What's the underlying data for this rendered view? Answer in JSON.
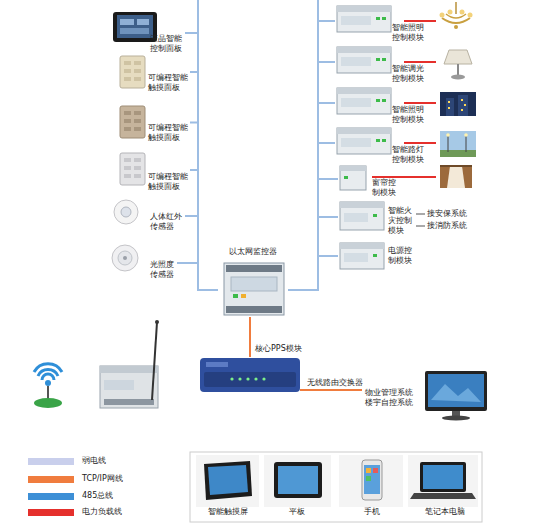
{
  "diagram": {
    "nodes": [
      {
        "text": [
          "液晶智能控制面板"
        ]
      },
      {
        "text": [
          "可编程智能触摸面板"
        ]
      },
      {
        "text": [
          "可编程智能触摸面板"
        ]
      },
      {
        "text": [
          "可编程智能触摸面板"
        ]
      },
      {
        "text": [
          "人体红外传感器"
        ]
      },
      {
        "text": [
          "光照度传感器"
        ]
      },
      {
        "text": [
          "智能照明控制模块"
        ]
      },
      {
        "text": [
          "智能调光控制模块"
        ]
      },
      {
        "text": [
          "智能照明控制模块"
        ]
      },
      {
        "text": [
          "智能路灯控制模块"
        ]
      },
      {
        "text": [
          "窗帘控制模块"
        ]
      },
      {
        "text": [
          "智能火灾控制模块"
        ]
      },
      {
        "text": [
          "电源控制模块"
        ]
      },
      {
        "text": [
          "以太网监控器"
        ]
      },
      {
        "text": [
          "无线路由交换器"
        ]
      },
      {
        "text": [
          "物业管理系统 楼宇自控系统"
        ]
      },
      {
        "text": [
          "智能触摸屏"
        ]
      },
      {
        "text": [
          "平板"
        ]
      },
      {
        "text": [
          "手机"
        ]
      },
      {
        "text": [
          "笔记本电脑"
        ]
      }
    ],
    "edges": [
      {
        "from": 0,
        "to": 13,
        "arrow": "none"
      },
      {
        "from": 1,
        "to": 13,
        "arrow": "none"
      },
      {
        "from": 2,
        "to": 13,
        "arrow": "none"
      },
      {
        "from": 3,
        "to": 13,
        "arrow": "none"
      },
      {
        "from": 4,
        "to": 13,
        "arrow": "none"
      },
      {
        "from": 5,
        "to": 13,
        "arrow": "none"
      },
      {
        "from": 13,
        "to": 6,
        "arrow": "none"
      },
      {
        "from": 13,
        "to": 7,
        "arrow": "none"
      },
      {
        "from": 13,
        "to": 8,
        "arrow": "none"
      },
      {
        "from": 13,
        "to": 9,
        "arrow": "none"
      },
      {
        "from": 13,
        "to": 10,
        "arrow": "none"
      },
      {
        "from": 13,
        "to": 11,
        "arrow": "none"
      },
      {
        "from": 13,
        "to": 12,
        "arrow": "none"
      },
      {
        "from": 13,
        "to": 14,
        "label": "核心PPS模块",
        "arrow": "none"
      },
      {
        "from": 14,
        "to": 15,
        "arrow": "none"
      }
    ],
    "labels": [
      "接安保系统",
      "接消防系统"
    ],
    "legend": [
      {
        "text": "弱电线",
        "color": "#c9cfec"
      },
      {
        "text": "TCP/IP网线",
        "color": "#f07c3e"
      },
      {
        "text": "485总线",
        "color": "#3d8fd6"
      },
      {
        "text": "电力负载线",
        "color": "#e5302c"
      }
    ]
  }
}
